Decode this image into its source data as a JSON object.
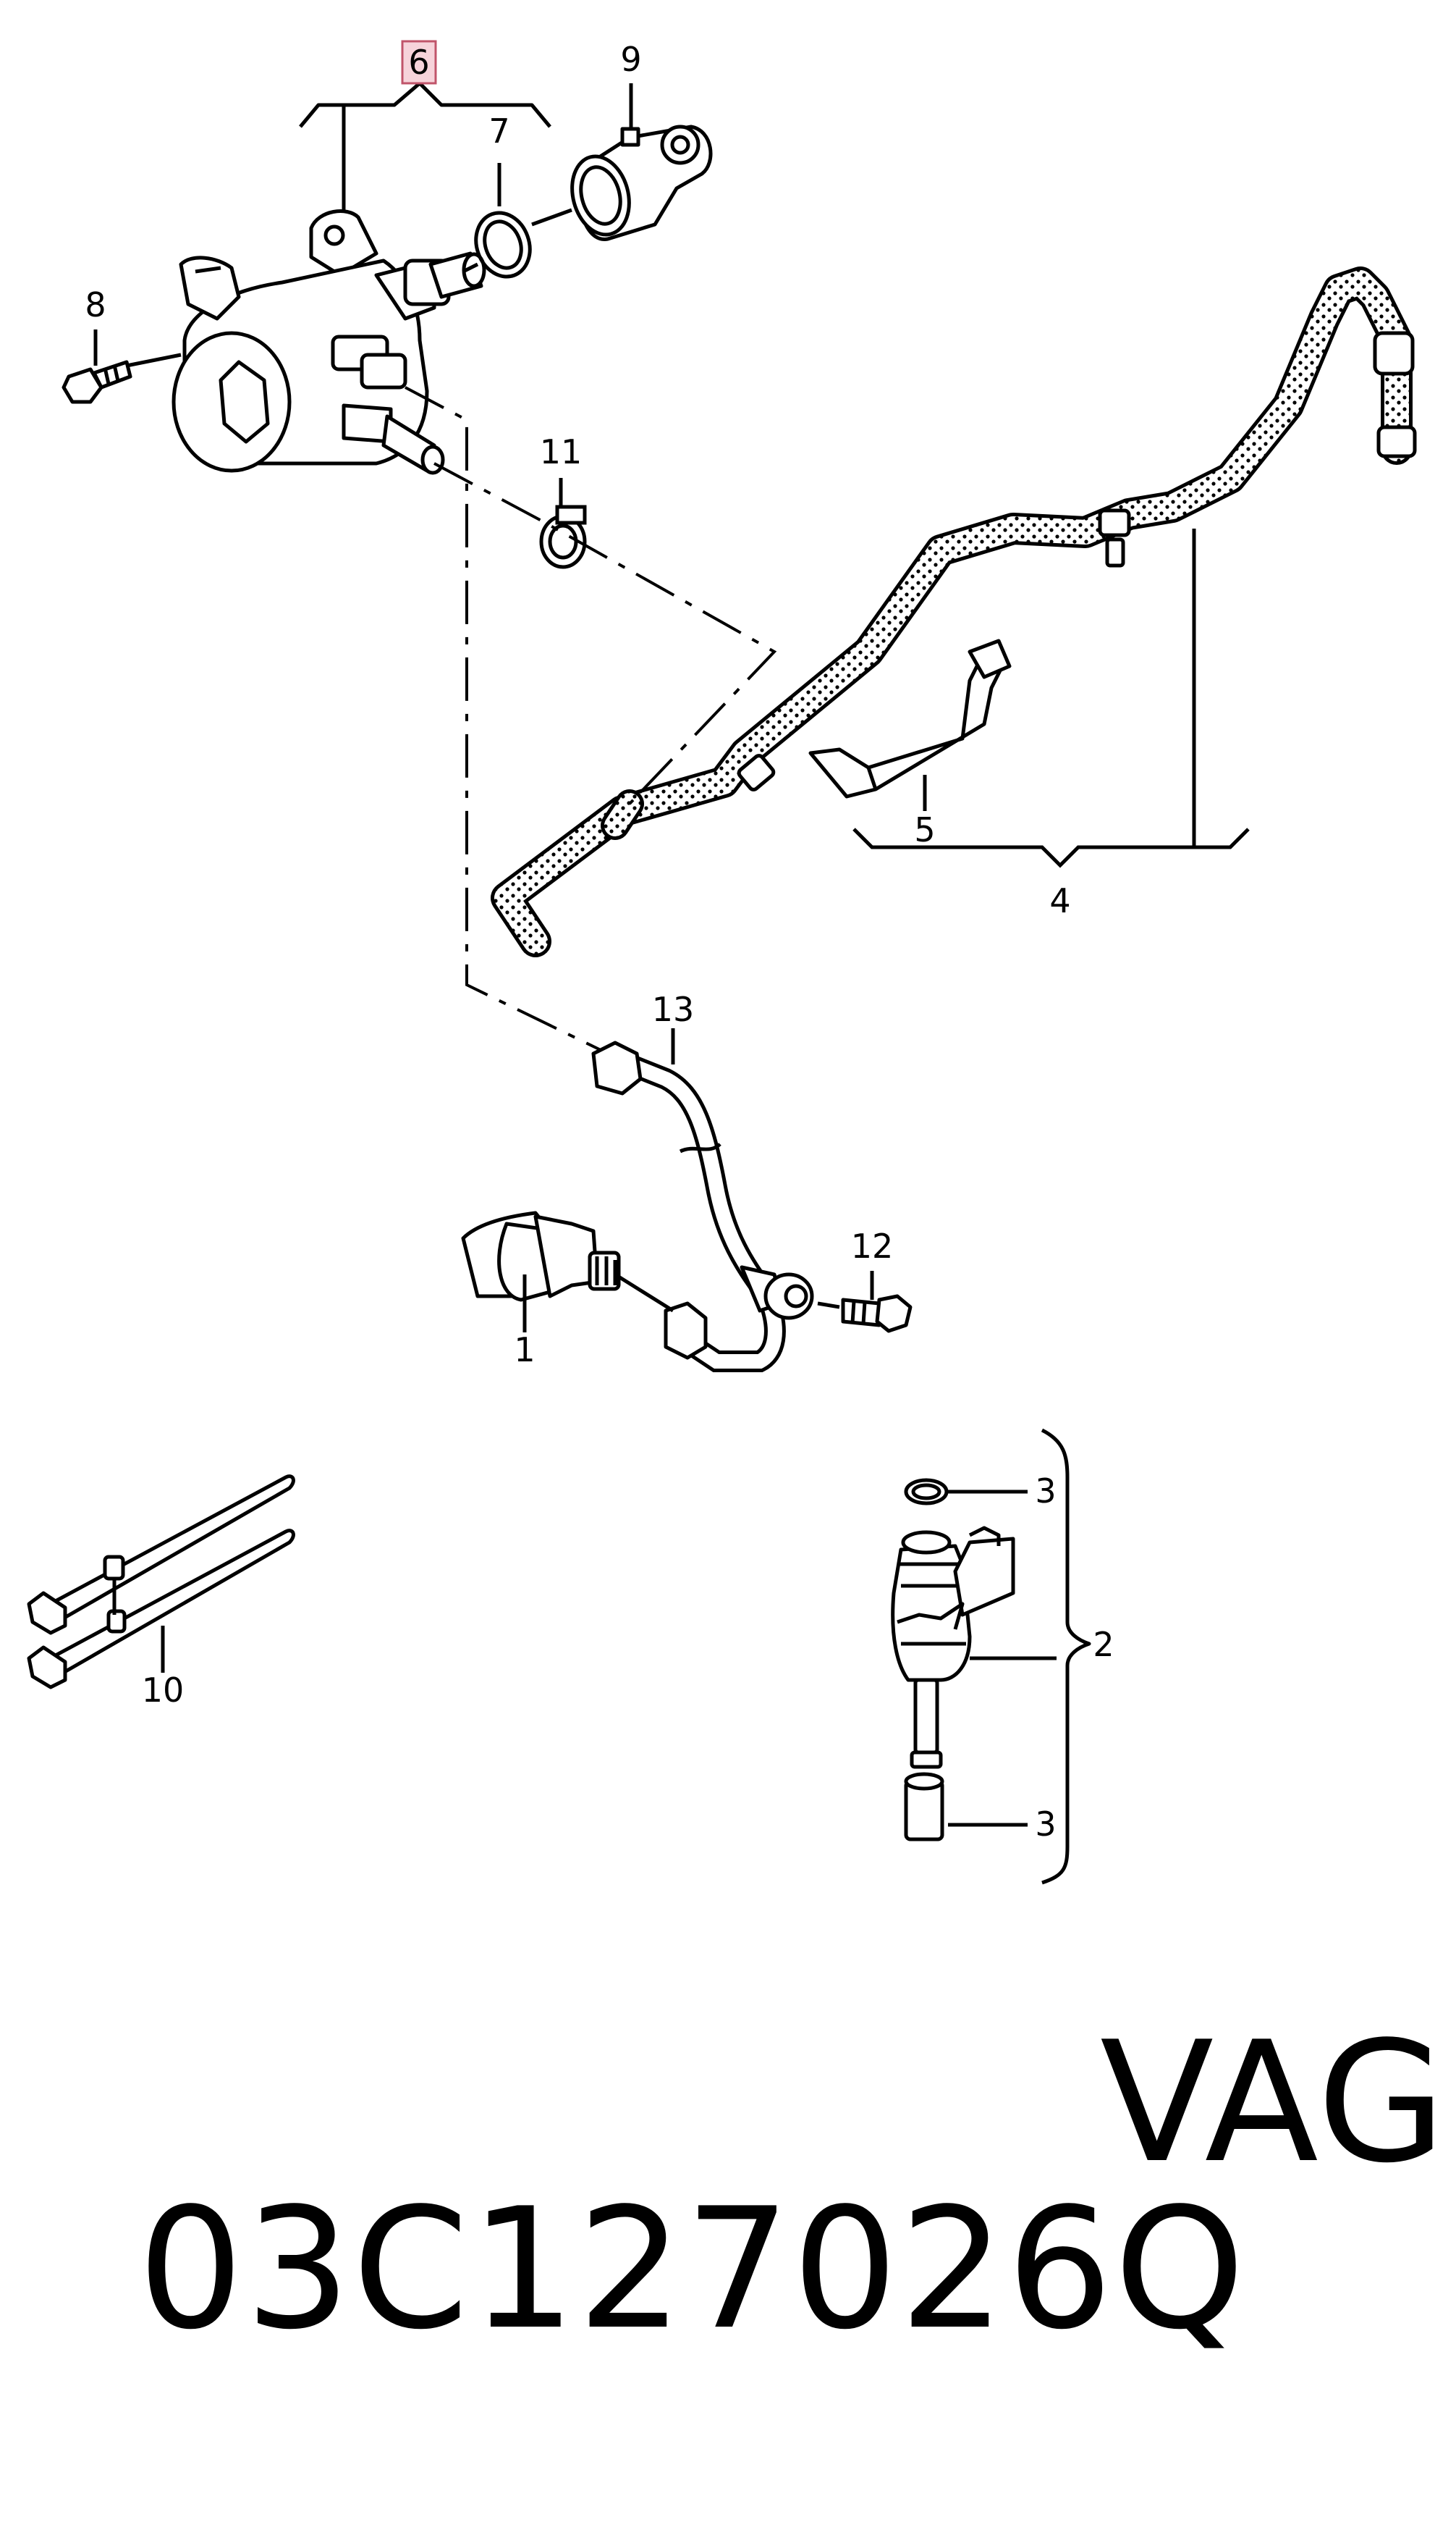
{
  "callouts": {
    "c1": "1",
    "c2": "2",
    "c3a": "3",
    "c3b": "3",
    "c4": "4",
    "c5": "5",
    "c6": "6",
    "c7": "7",
    "c8": "8",
    "c9": "9",
    "c10": "10",
    "c11": "11",
    "c12": "12",
    "c13": "13"
  },
  "highlighted_callout": "6",
  "footer": {
    "part_number": "03C127026Q",
    "brand": "VAG"
  },
  "colors": {
    "line": "#000000",
    "highlight_fill": "#f6d3da",
    "highlight_border": "#c0546a"
  }
}
